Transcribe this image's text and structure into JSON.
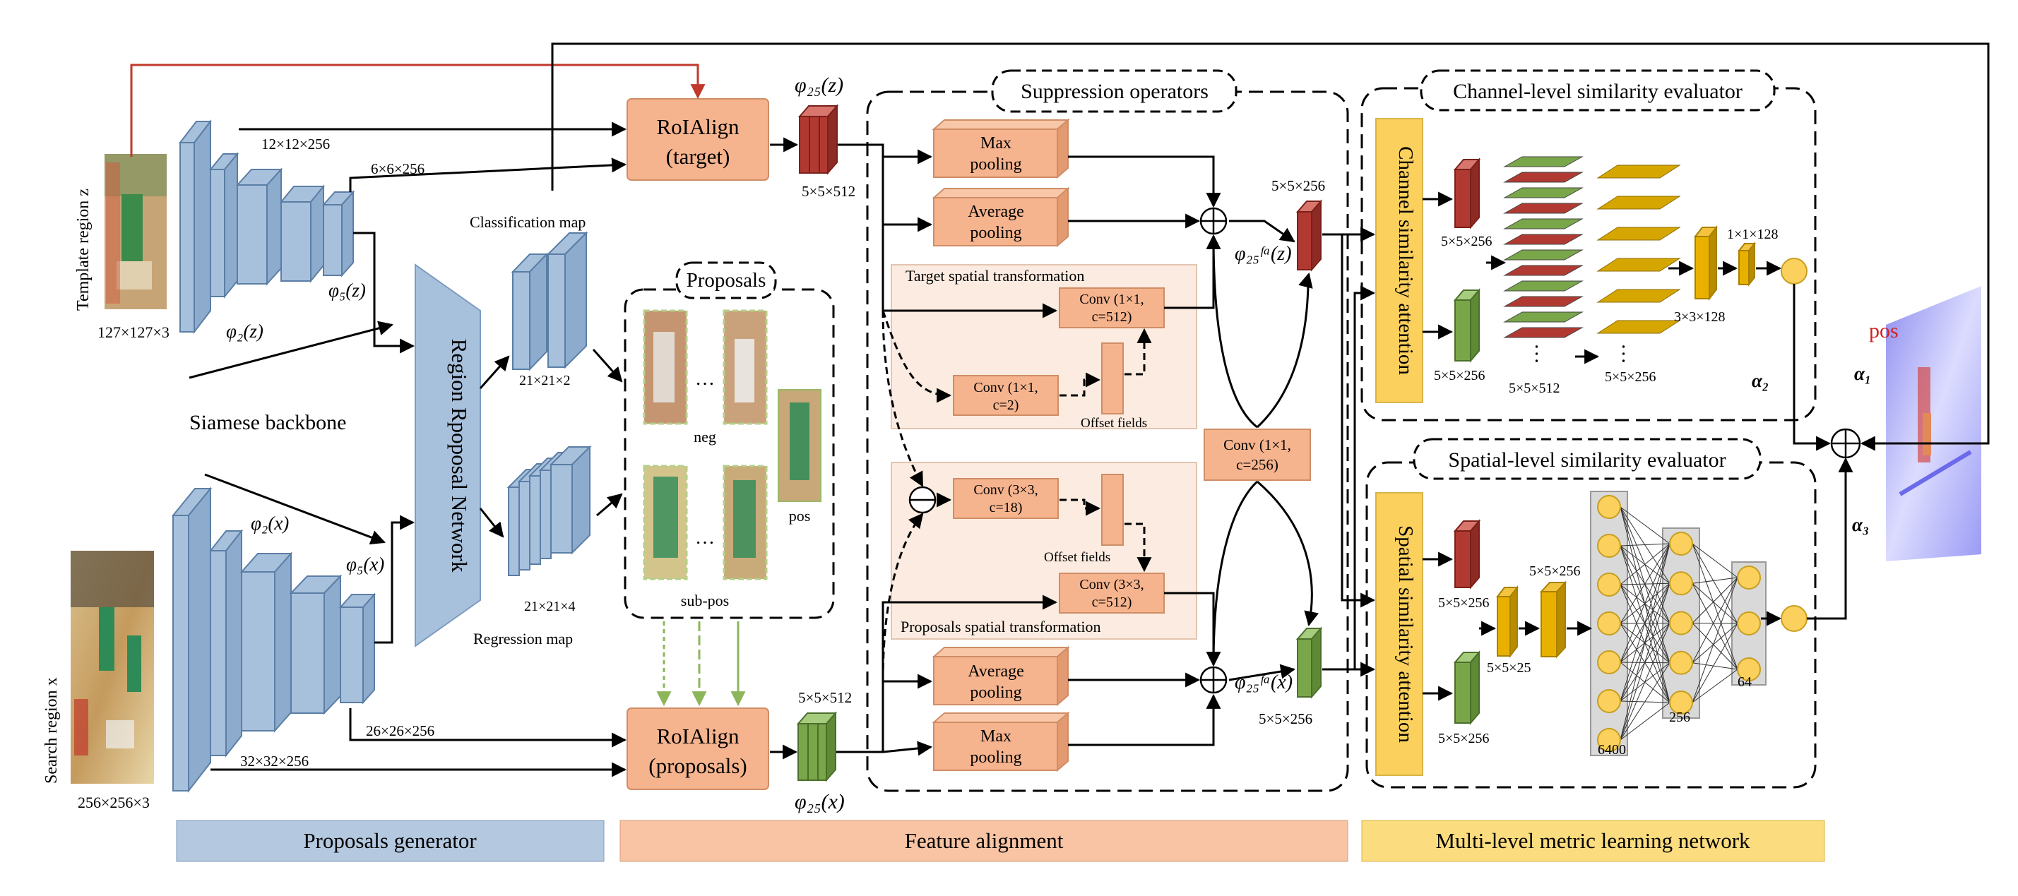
{
  "inputs": {
    "template_label": "Template region z",
    "template_size": "127×127×3",
    "search_label": "Search region x",
    "search_size": "256×256×3"
  },
  "backbone": {
    "label": "Siamese backbone",
    "phi2z": "φ₂(z)",
    "phi5z": "φ₅(z)",
    "phi2x": "φ₂(x)",
    "phi5x": "φ₅(x)",
    "dim_12": "12×12×256",
    "dim_6": "6×6×256",
    "dim_26": "26×26×256",
    "dim_32": "32×32×256"
  },
  "rpn": {
    "label": "Region Rpoposal Network",
    "cls_label": "Classification map",
    "cls_dim": "21×21×2",
    "reg_label": "Regression map",
    "reg_dim": "21×21×4"
  },
  "proposals": {
    "title": "Proposals",
    "neg": "neg",
    "subpos": "sub-pos",
    "pos": "pos",
    "dots": "…"
  },
  "roialign": {
    "target_line1": "RoIAlign",
    "target_line2": "(target)",
    "proposals_line1": "RoIAlign",
    "proposals_line2": "(proposals)",
    "phi25z": "φ₂₅(z)",
    "phi25x": "φ₂₅(x)",
    "dim_top": "5×5×512",
    "dim_bottom": "5×5×512"
  },
  "suppression": {
    "title": "Suppression operators",
    "max_pool_1": "Max",
    "max_pool_2": "pooling",
    "avg_pool_1": "Average",
    "avg_pool_2": "pooling",
    "target_transform": "Target spatial transformation",
    "proposals_transform": "Proposals spatial transformation",
    "conv_1x1_512_a": "Conv (1×1,",
    "conv_1x1_512_b": "c=512)",
    "conv_1x1_2_a": "Conv (1×1,",
    "conv_1x1_2_b": "c=2)",
    "conv_3x3_18_a": "Conv (3×3,",
    "conv_3x3_18_b": "c=18)",
    "conv_3x3_512_a": "Conv (3×3,",
    "conv_3x3_512_b": "c=512)",
    "conv_1x1_256_a": "Conv (1×1,",
    "conv_1x1_256_b": "c=256)",
    "offset_fields": "Offset fields",
    "phifaz": "φ₂₅ᶠᵃ(z)",
    "phifax": "φ₂₅ᶠᵃ(x)",
    "dim_fa_top": "5×5×256",
    "dim_fa_bottom": "5×5×256"
  },
  "channel_eval": {
    "title": "Channel-level similarity evaluator",
    "attention": "Channel similarity attention",
    "dim_a": "5×5×256",
    "dim_b": "5×5×256",
    "dim_c": "5×5×512",
    "dim_d": "5×5×256",
    "dim_e": "3×3×128",
    "dim_f": "1×1×128",
    "alpha2": "α₂"
  },
  "spatial_eval": {
    "title": "Spatial-level similarity evaluator",
    "attention": "Spatial similarity attention",
    "dim_a": "5×5×256",
    "dim_b": "5×5×256",
    "dim_c": "5×5×25",
    "dim_d": "5×5×256",
    "n1": "6400",
    "n2": "256",
    "n3": "64",
    "alpha3": "α₃"
  },
  "output": {
    "alpha1": "α₁",
    "pos": "pos"
  },
  "bottom_bars": {
    "proposals_generator": "Proposals generator",
    "feature_alignment": "Feature alignment",
    "metric_learning": "Multi-level metric learning network"
  },
  "colors": {
    "blue": "#a7c0dc",
    "blue_bar": "#b4c9df",
    "orange": "#f6b48e",
    "orange_bar": "#f8c4a4",
    "yellow": "#fbd05c",
    "yellow_bar": "#fbdc7e",
    "red": "#b03a32",
    "green": "#7aa64a",
    "gold": "#d6a600"
  }
}
